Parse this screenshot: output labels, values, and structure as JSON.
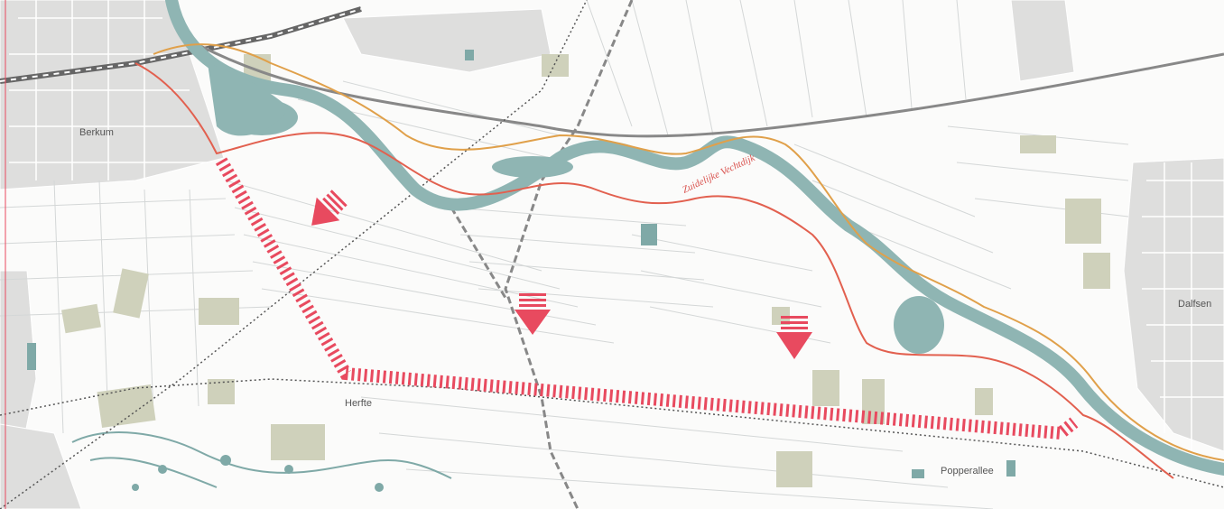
{
  "labels": {
    "berkum": "Berkum",
    "herfte": "Herfte",
    "dalfsen": "Dalfsen",
    "popperallee": "Popperallee",
    "dike": "Zuidelijke Vechtdijk"
  },
  "colors": {
    "river": "#8fb5b3",
    "river_edge": "#7aa5a3",
    "orange_route": "#e0a04a",
    "red_route": "#e2604f",
    "barrier": "#e84a5f",
    "urban": "#d9d9d7",
    "green_patch": "#c9cbb3",
    "road": "#9a9a9a",
    "railway": "#777777",
    "parcel_line": "#d6d8d8",
    "water_teal": "#6fa3a1"
  },
  "icons": {
    "arrow": "flow-direction-arrow",
    "barrier": "hatched-barrier-line"
  }
}
